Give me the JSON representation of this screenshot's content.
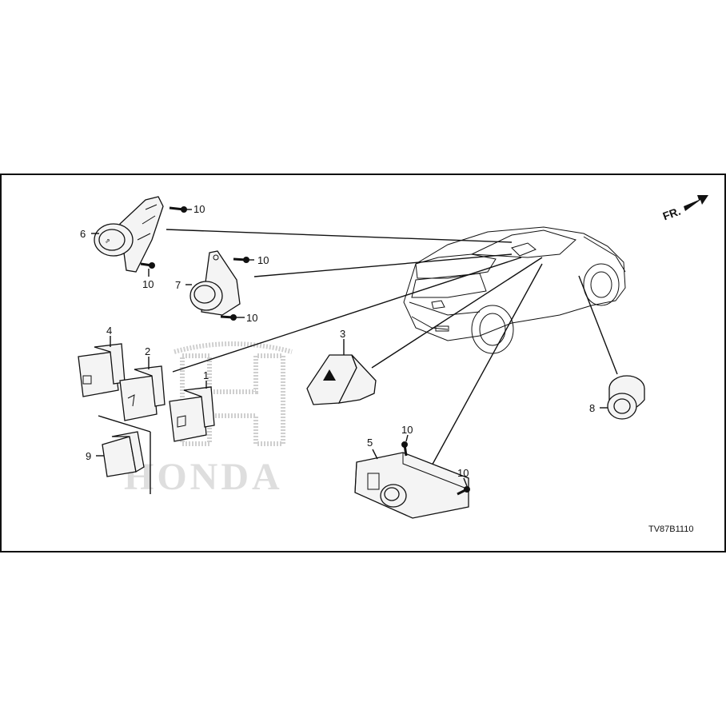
{
  "diagram": {
    "direction_label": "FR.",
    "diagram_code": "TV87B1110",
    "watermark_text": "HONDA",
    "callouts": [
      {
        "id": "c1",
        "label": "1"
      },
      {
        "id": "c2",
        "label": "2"
      },
      {
        "id": "c3",
        "label": "3"
      },
      {
        "id": "c4",
        "label": "4"
      },
      {
        "id": "c5",
        "label": "5"
      },
      {
        "id": "c6",
        "label": "6"
      },
      {
        "id": "c7",
        "label": "7"
      },
      {
        "id": "c8",
        "label": "8"
      },
      {
        "id": "c9",
        "label": "9"
      },
      {
        "id": "c10a",
        "label": "10"
      },
      {
        "id": "c10b",
        "label": "10"
      },
      {
        "id": "c10c",
        "label": "10"
      },
      {
        "id": "c10d",
        "label": "10"
      },
      {
        "id": "c10e",
        "label": "10"
      },
      {
        "id": "c10f",
        "label": "10"
      }
    ]
  }
}
